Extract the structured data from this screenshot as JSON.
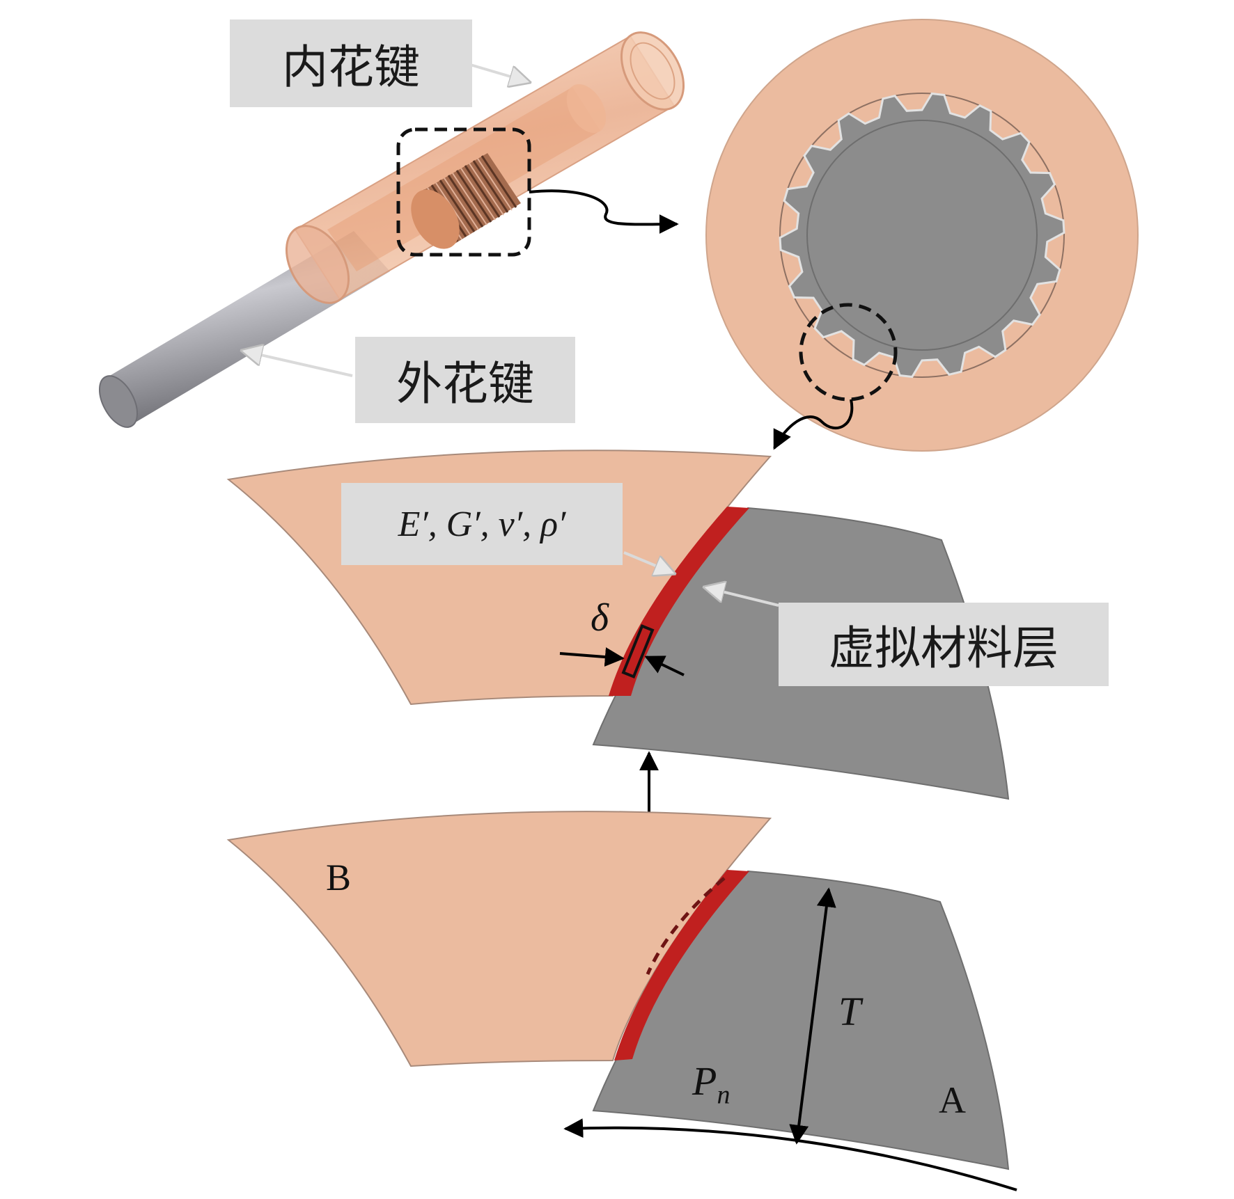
{
  "labels": {
    "inner_spline": "内花键",
    "outer_spline": "外花键",
    "virtual_layer": "虚拟材料层",
    "material_props": "E′, G′, ν′, ρ′",
    "thickness": "δ",
    "part_b": "B",
    "part_a": "A",
    "torque": "T",
    "pressure_main": "P",
    "pressure_sub": "n"
  },
  "colors": {
    "inner_spline": "#ebbb9f",
    "outer_spline": "#8c8c8c",
    "virtual_layer": "#c0201f",
    "label_box": "#dcdcdc"
  }
}
